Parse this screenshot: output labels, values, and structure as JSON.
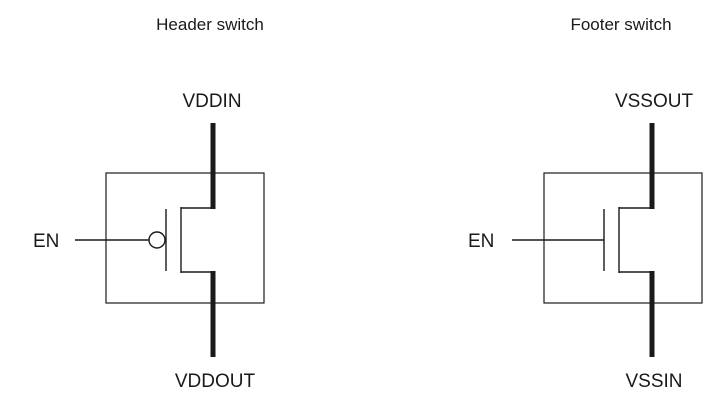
{
  "header_switch": {
    "title": "Header switch",
    "top_pin": "VDDIN",
    "bottom_pin": "VDDOUT",
    "gate_pin": "EN"
  },
  "footer_switch": {
    "title": "Footer switch",
    "top_pin": "VSSOUT",
    "bottom_pin": "VSSIN",
    "gate_pin": "EN"
  }
}
